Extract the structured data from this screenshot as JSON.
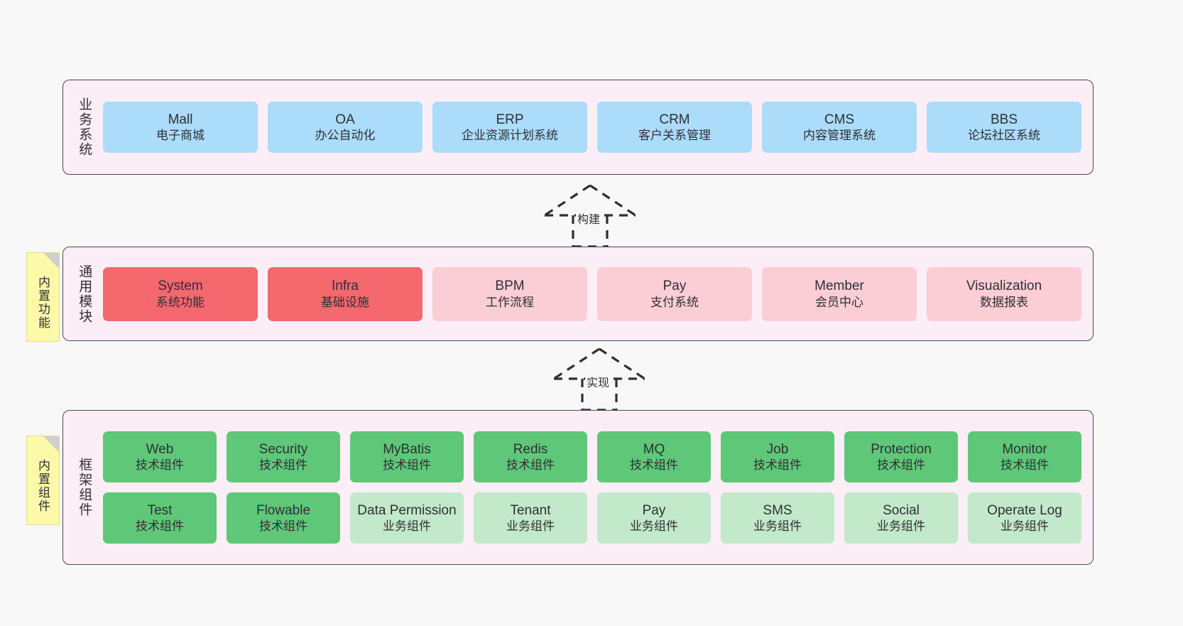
{
  "diagram": {
    "background_color": "#f8f8f8",
    "layer_background": "#fceef6",
    "layer_border": "#4a4a52"
  },
  "layers": [
    {
      "id": "business",
      "title": "业务系统",
      "rows": [
        [
          {
            "en": "Mall",
            "cn": "电子商城",
            "color": "#abdcfa",
            "style": "blue"
          },
          {
            "en": "OA",
            "cn": "办公自动化",
            "color": "#abdcfa",
            "style": "blue"
          },
          {
            "en": "ERP",
            "cn": "企业资源计划系统",
            "color": "#abdcfa",
            "style": "blue"
          },
          {
            "en": "CRM",
            "cn": "客户关系管理",
            "color": "#abdcfa",
            "style": "blue"
          },
          {
            "en": "CMS",
            "cn": "内容管理系统",
            "color": "#abdcfa",
            "style": "blue"
          },
          {
            "en": "BBS",
            "cn": "论坛社区系统",
            "color": "#abdcfa",
            "style": "blue"
          }
        ]
      ]
    },
    {
      "id": "modules",
      "title": "通用模块",
      "rows": [
        [
          {
            "en": "System",
            "cn": "系统功能",
            "color": "#f4686e",
            "style": "red"
          },
          {
            "en": "Infra",
            "cn": "基础设施",
            "color": "#f4686e",
            "style": "red"
          },
          {
            "en": "BPM",
            "cn": "工作流程",
            "color": "#fbcdd5",
            "style": "pink"
          },
          {
            "en": "Pay",
            "cn": "支付系统",
            "color": "#fbcdd5",
            "style": "pink"
          },
          {
            "en": "Member",
            "cn": "会员中心",
            "color": "#fbcdd5",
            "style": "pink"
          },
          {
            "en": "Visualization",
            "cn": "数据报表",
            "color": "#fbcdd5",
            "style": "pink"
          }
        ]
      ]
    },
    {
      "id": "framework",
      "title": "框架组件",
      "rows": [
        [
          {
            "en": "Web",
            "cn": "技术组件",
            "color": "#5fc878",
            "style": "green"
          },
          {
            "en": "Security",
            "cn": "技术组件",
            "color": "#5fc878",
            "style": "green"
          },
          {
            "en": "MyBatis",
            "cn": "技术组件",
            "color": "#5fc878",
            "style": "green"
          },
          {
            "en": "Redis",
            "cn": "技术组件",
            "color": "#5fc878",
            "style": "green"
          },
          {
            "en": "MQ",
            "cn": "技术组件",
            "color": "#5fc878",
            "style": "green"
          },
          {
            "en": "Job",
            "cn": "技术组件",
            "color": "#5fc878",
            "style": "green"
          },
          {
            "en": "Protection",
            "cn": "技术组件",
            "color": "#5fc878",
            "style": "green"
          },
          {
            "en": "Monitor",
            "cn": "技术组件",
            "color": "#5fc878",
            "style": "green"
          }
        ],
        [
          {
            "en": "Test",
            "cn": "技术组件",
            "color": "#5fc878",
            "style": "green"
          },
          {
            "en": "Flowable",
            "cn": "技术组件",
            "color": "#5fc878",
            "style": "green"
          },
          {
            "en": "Data Permission",
            "cn": "业务组件",
            "color": "#c2e9ca",
            "style": "lightgreen"
          },
          {
            "en": "Tenant",
            "cn": "业务组件",
            "color": "#c2e9ca",
            "style": "lightgreen"
          },
          {
            "en": "Pay",
            "cn": "业务组件",
            "color": "#c2e9ca",
            "style": "lightgreen"
          },
          {
            "en": "SMS",
            "cn": "业务组件",
            "color": "#c2e9ca",
            "style": "lightgreen"
          },
          {
            "en": "Social",
            "cn": "业务组件",
            "color": "#c2e9ca",
            "style": "lightgreen"
          },
          {
            "en": "Operate Log",
            "cn": "业务组件",
            "color": "#c2e9ca",
            "style": "lightgreen"
          }
        ]
      ]
    }
  ],
  "notes": [
    {
      "id": "functions",
      "text": "内置功能",
      "color": "#fdf9a8"
    },
    {
      "id": "components",
      "text": "内置组件",
      "color": "#fdf9a8"
    }
  ],
  "arrows": [
    {
      "id": "build",
      "label": "构建",
      "style": "dashed-generalization",
      "direction": "up"
    },
    {
      "id": "implement",
      "label": "实现",
      "style": "dashed-generalization",
      "direction": "up"
    }
  ]
}
